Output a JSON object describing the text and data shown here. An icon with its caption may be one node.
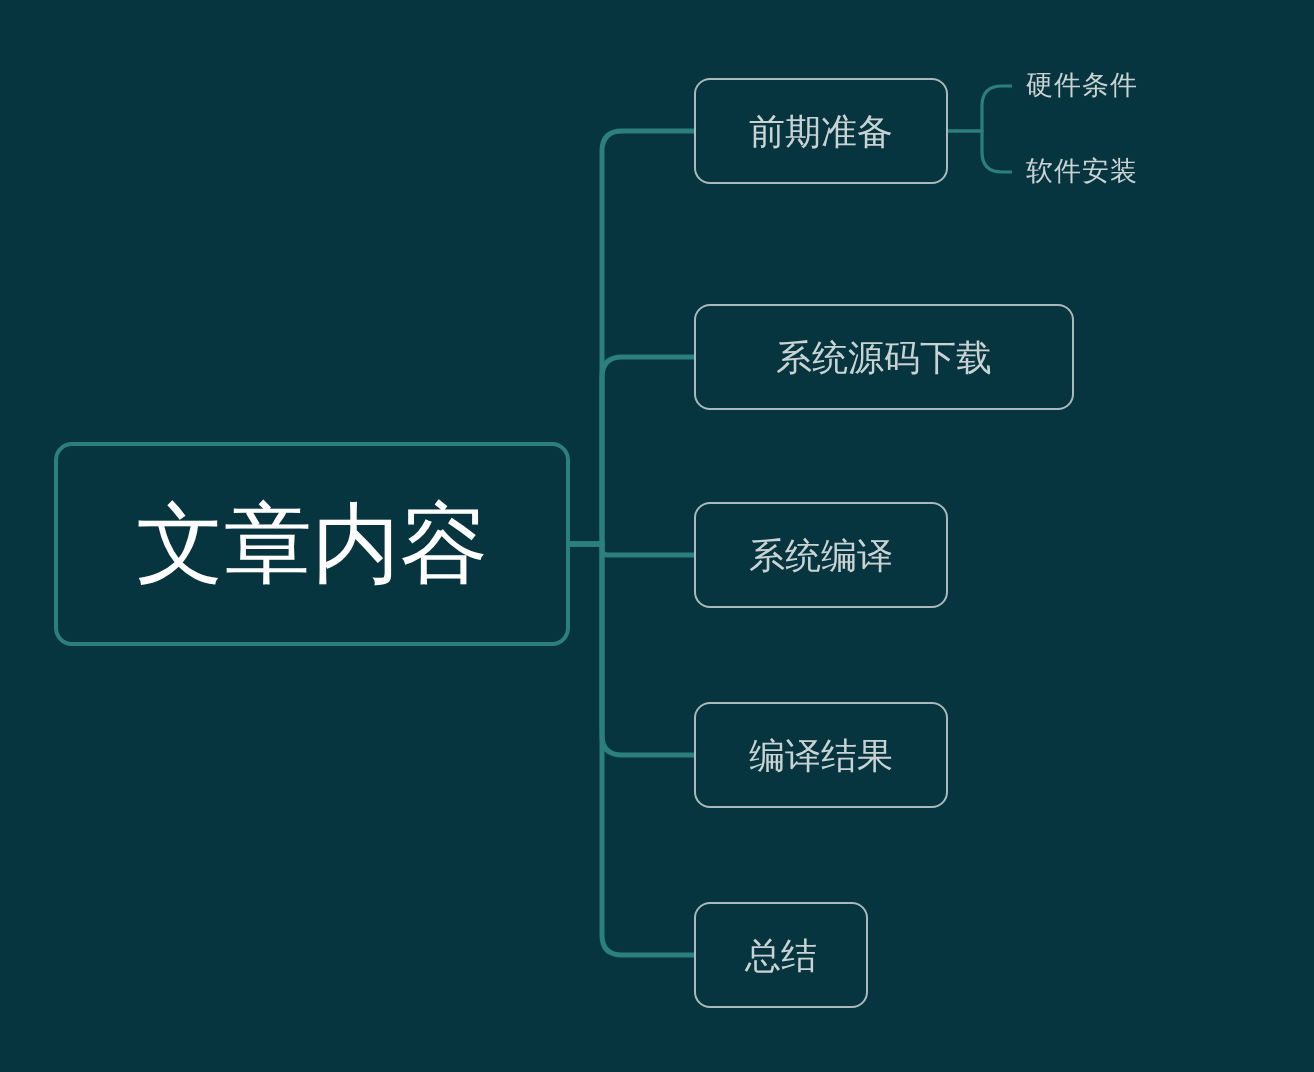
{
  "diagram": {
    "nodes": [
      {
        "text": [
          "文章内容"
        ]
      },
      {
        "text": [
          "前期准备"
        ]
      },
      {
        "text": [
          "硬件条件"
        ]
      },
      {
        "text": [
          "软件安装"
        ]
      },
      {
        "text": [
          "系统源码下载"
        ]
      },
      {
        "text": [
          "系统编译"
        ]
      },
      {
        "text": [
          "编译结果"
        ]
      },
      {
        "text": [
          "总结"
        ]
      }
    ],
    "edges": [
      {
        "from": 0,
        "to": 1,
        "arrow": "none"
      },
      {
        "from": 1,
        "to": 2,
        "arrow": "none"
      },
      {
        "from": 1,
        "to": 3,
        "arrow": "none"
      },
      {
        "from": 0,
        "to": 4,
        "arrow": "none"
      },
      {
        "from": 0,
        "to": 5,
        "arrow": "none"
      },
      {
        "from": 0,
        "to": 6,
        "arrow": "none"
      },
      {
        "from": 0,
        "to": 7,
        "arrow": "none"
      }
    ]
  }
}
